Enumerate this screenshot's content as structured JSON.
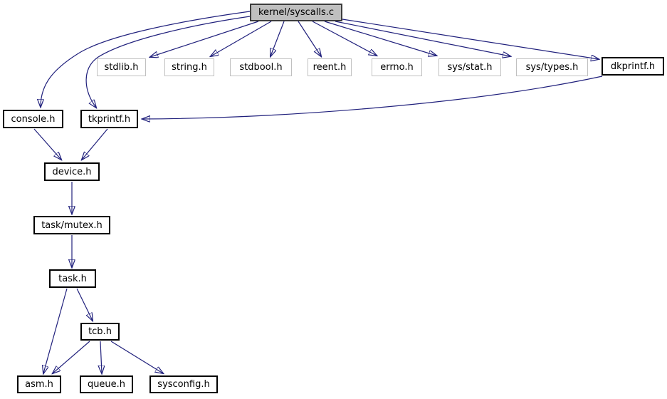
{
  "graph": {
    "kind": "include-dependency-graph",
    "root_file": "kernel/syscalls.c",
    "colors": {
      "edge": "#20207c",
      "root_fill": "#bfbfbf",
      "plain_border": "#c0c0c0",
      "linked_border": "#000000"
    },
    "nodes": [
      {
        "label": "kernel/syscalls.c",
        "type": "root"
      },
      {
        "label": "stdlib.h",
        "type": "system"
      },
      {
        "label": "string.h",
        "type": "system"
      },
      {
        "label": "stdbool.h",
        "type": "system"
      },
      {
        "label": "reent.h",
        "type": "system"
      },
      {
        "label": "errno.h",
        "type": "system"
      },
      {
        "label": "sys/stat.h",
        "type": "system"
      },
      {
        "label": "sys/types.h",
        "type": "system"
      },
      {
        "label": "dkprintf.h",
        "type": "linked"
      },
      {
        "label": "console.h",
        "type": "linked"
      },
      {
        "label": "tkprintf.h",
        "type": "linked"
      },
      {
        "label": "device.h",
        "type": "linked"
      },
      {
        "label": "task/mutex.h",
        "type": "linked"
      },
      {
        "label": "task.h",
        "type": "linked"
      },
      {
        "label": "tcb.h",
        "type": "linked"
      },
      {
        "label": "asm.h",
        "type": "linked"
      },
      {
        "label": "queue.h",
        "type": "linked"
      },
      {
        "label": "sysconfig.h",
        "type": "linked"
      }
    ],
    "edges": [
      {
        "from": "kernel/syscalls.c",
        "to": "stdlib.h"
      },
      {
        "from": "kernel/syscalls.c",
        "to": "string.h"
      },
      {
        "from": "kernel/syscalls.c",
        "to": "stdbool.h"
      },
      {
        "from": "kernel/syscalls.c",
        "to": "reent.h"
      },
      {
        "from": "kernel/syscalls.c",
        "to": "errno.h"
      },
      {
        "from": "kernel/syscalls.c",
        "to": "sys/stat.h"
      },
      {
        "from": "kernel/syscalls.c",
        "to": "sys/types.h"
      },
      {
        "from": "kernel/syscalls.c",
        "to": "dkprintf.h"
      },
      {
        "from": "kernel/syscalls.c",
        "to": "console.h"
      },
      {
        "from": "kernel/syscalls.c",
        "to": "tkprintf.h"
      },
      {
        "from": "dkprintf.h",
        "to": "tkprintf.h"
      },
      {
        "from": "console.h",
        "to": "device.h"
      },
      {
        "from": "tkprintf.h",
        "to": "device.h"
      },
      {
        "from": "device.h",
        "to": "task/mutex.h"
      },
      {
        "from": "task/mutex.h",
        "to": "task.h"
      },
      {
        "from": "task.h",
        "to": "tcb.h"
      },
      {
        "from": "task.h",
        "to": "asm.h"
      },
      {
        "from": "tcb.h",
        "to": "asm.h"
      },
      {
        "from": "tcb.h",
        "to": "queue.h"
      },
      {
        "from": "tcb.h",
        "to": "sysconfig.h"
      }
    ]
  }
}
